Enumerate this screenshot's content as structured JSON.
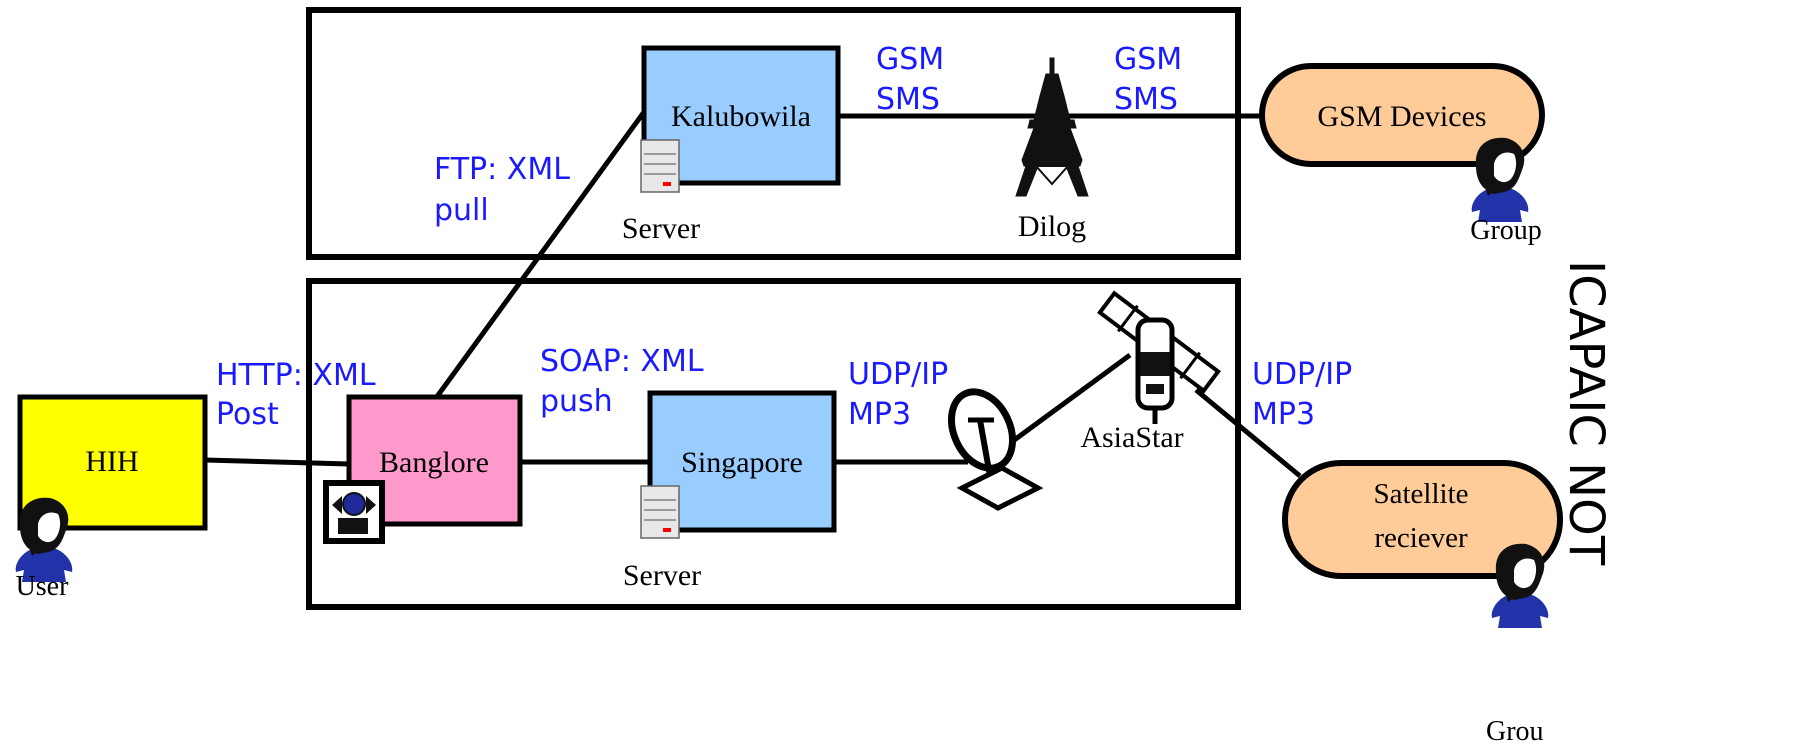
{
  "nodes": {
    "hih": {
      "label": "HIH",
      "color": "#ffff00"
    },
    "banglore": {
      "label": "Banglore",
      "color": "#ff99cc"
    },
    "singapore": {
      "label": "Singapore",
      "color": "#99ccff"
    },
    "kalubowila": {
      "label": "Kalubowila",
      "color": "#99ccff"
    },
    "gsm_devices": {
      "label": "GSM Devices",
      "color": "#ffcc99"
    },
    "satellite_receiver": {
      "label_line1": "Satellite",
      "label_line2": "reciever",
      "color": "#ffcc99"
    }
  },
  "captions": {
    "user": "User",
    "server_top": "Server",
    "server_bottom": "Server",
    "dilog": "Dilog",
    "asiastar": "AsiaStar",
    "group_top": "Group",
    "group_bottom": "Grou"
  },
  "protocols": {
    "http": {
      "line1": "HTTP: XML",
      "line2": "Post"
    },
    "ftp": {
      "line1": "FTP: XML",
      "line2": "pull"
    },
    "soap": {
      "line1": "SOAP: XML",
      "line2": "push"
    },
    "udp1": {
      "line1": "UDP/IP",
      "line2": "MP3"
    },
    "udp2": {
      "line1": "UDP/IP",
      "line2": "MP3"
    },
    "gsm1": {
      "line1": "GSM",
      "line2": "SMS"
    },
    "gsm2": {
      "line1": "GSM",
      "line2": "SMS"
    }
  },
  "side_text": "ICAPAIC NOT",
  "icons": {
    "user": "person-icon",
    "group": "person-icon",
    "server": "server-icon",
    "tower": "transmission-tower-icon",
    "dish": "satellite-dish-icon",
    "satellite": "satellite-icon",
    "admin": "admin-person-icon"
  },
  "colors": {
    "protocol_text": "#1a1aff",
    "line": "#000000",
    "server_led": "#ff0000"
  }
}
